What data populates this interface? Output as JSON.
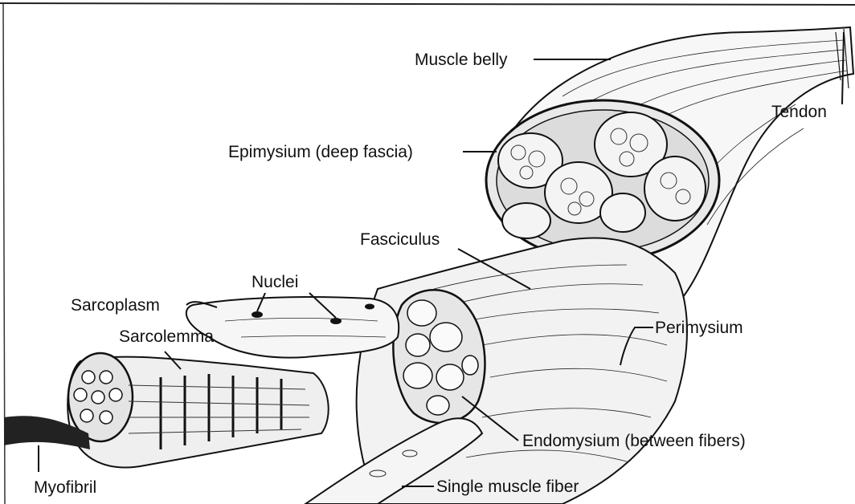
{
  "diagram": {
    "labels": {
      "muscle_belly": "Muscle belly",
      "tendon": "Tendon",
      "epimysium": "Epimysium (deep fascia)",
      "fasciculus": "Fasciculus",
      "nuclei": "Nuclei",
      "sarcoplasm": "Sarcoplasm",
      "sarcolemma": "Sarcolemma",
      "perimysium": "Perimysium",
      "endomysium": "Endomysium (between fibers)",
      "myofibril": "Myofibril",
      "single_fiber": "Single muscle fiber"
    }
  }
}
